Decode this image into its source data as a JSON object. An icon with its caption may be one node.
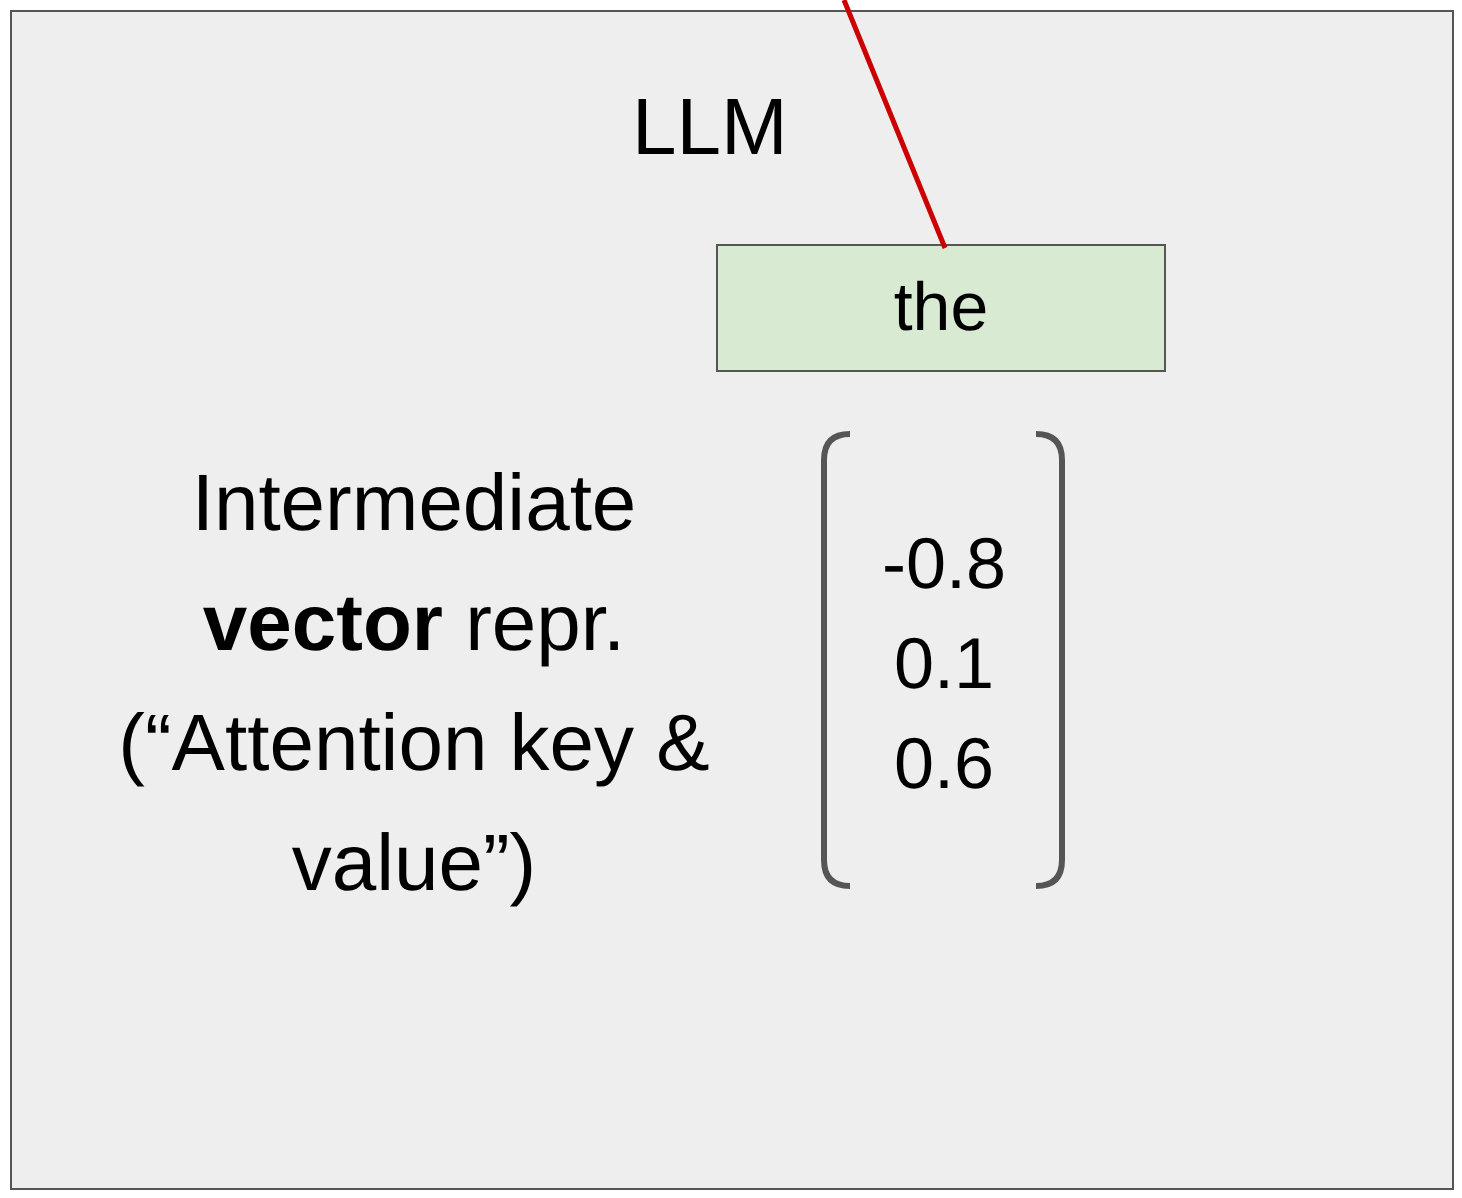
{
  "diagram": {
    "nodes": [
      {
        "text": [
          "LLM"
        ]
      },
      {
        "text": [
          "the"
        ],
        "in": 0
      }
    ],
    "edges": [
      {
        "from": null,
        "to": 1,
        "arrow": "none",
        "color": "#cc0000"
      }
    ],
    "labels": [
      "Intermediate **vector** repr. (“Attention key & value”)",
      "-0.8",
      "0.1",
      "0.6"
    ]
  }
}
